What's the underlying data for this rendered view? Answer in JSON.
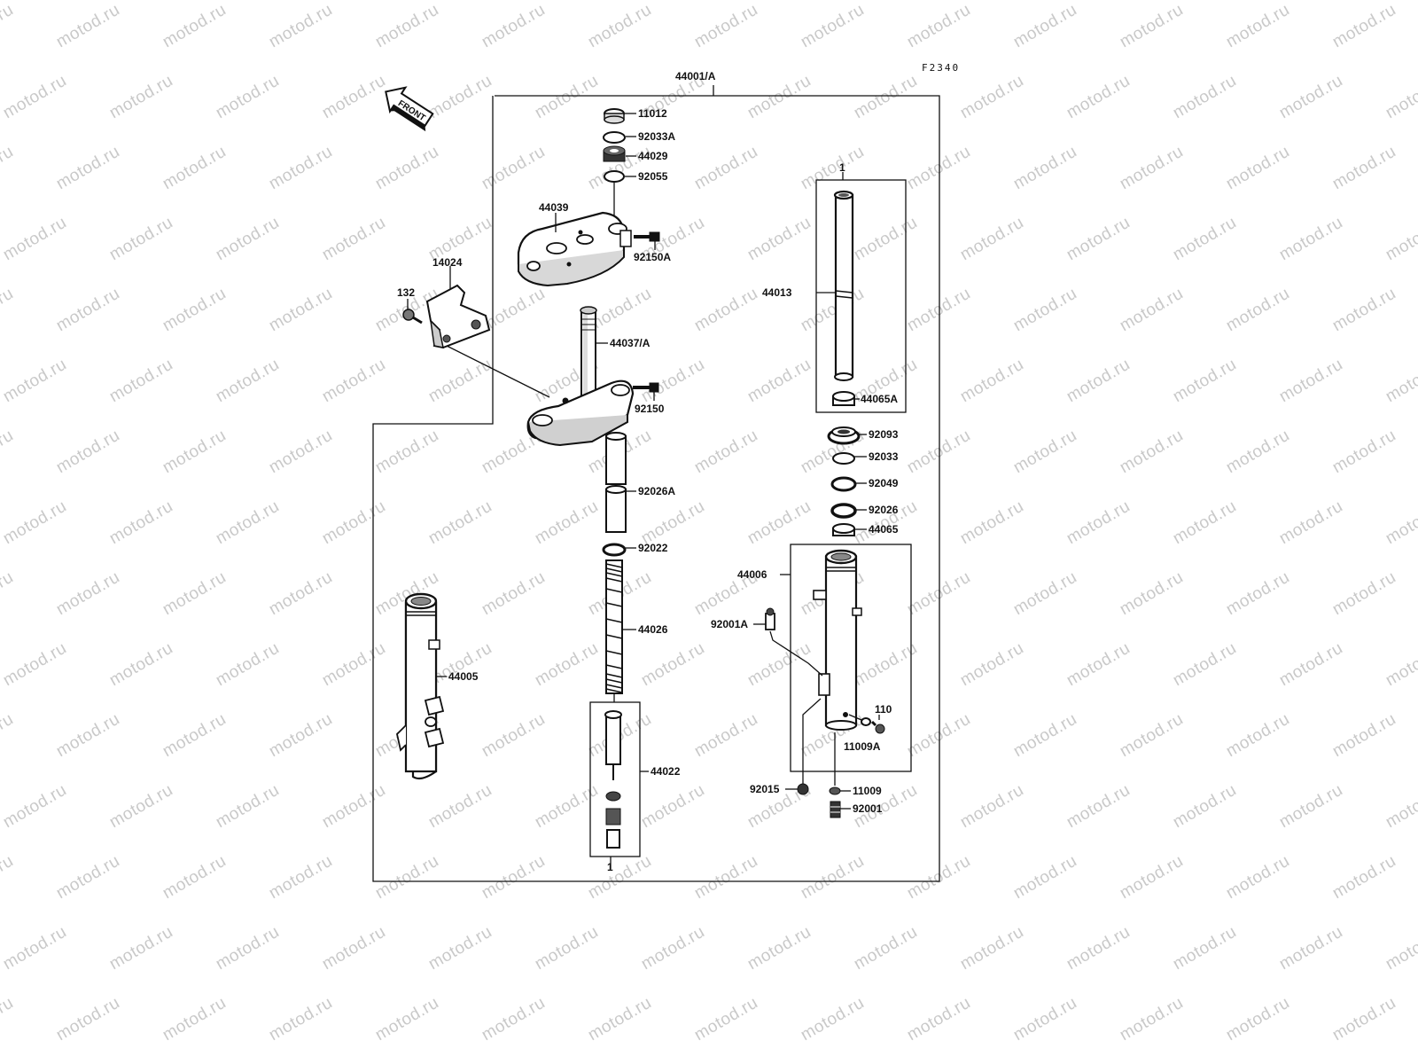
{
  "figure_code": "F2340",
  "front_arrow": {
    "text": "FRONT"
  },
  "assembly_label": "44001/A",
  "parts": {
    "p11012": "11012",
    "p92033A": "92033A",
    "p44029": "44029",
    "p92055": "92055",
    "p44039": "44039",
    "p92150A": "92150A",
    "p14024": "14024",
    "p132": "132",
    "p44037A": "44037/A",
    "p92150": "92150",
    "p92026A": "92026A",
    "p92022": "92022",
    "p44026": "44026",
    "p44022": "44022",
    "p44005": "44005",
    "p44013": "44013",
    "p44065A": "44065A",
    "p92093": "92093",
    "p92033": "92033",
    "p92049": "92049",
    "p92026": "92026",
    "p44065": "44065",
    "p44006": "44006",
    "p92001A": "92001A",
    "p110": "110",
    "p11009A": "11009A",
    "p92015": "92015",
    "p11009": "11009",
    "p92001": "92001"
  },
  "ref_marks": {
    "top": "1",
    "bottom": "1"
  },
  "watermark": {
    "text": "motod.ru",
    "color": "#c9c9c9"
  }
}
